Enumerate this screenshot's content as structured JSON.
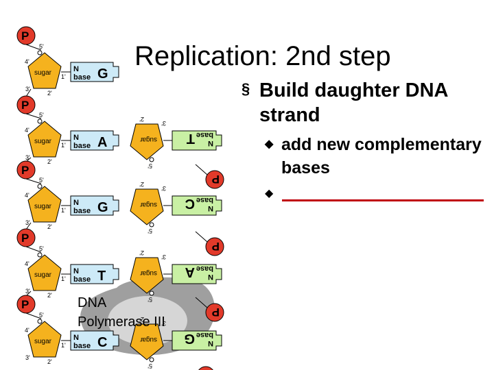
{
  "slide": {
    "title": "Replication: 2nd step",
    "bullet_main": "Build daughter DNA strand",
    "sub_bullets": [
      {
        "text": "add new complementary bases"
      },
      {
        "text": ""
      }
    ],
    "bullet_mark": "§",
    "sub_mark": "u",
    "blank_color": "#c0000a"
  },
  "diagram": {
    "phosphate_label": "P",
    "sugar_label": "sugar",
    "base_label_line1": "N",
    "base_label_line2": "base",
    "prime_5": "5'",
    "prime_3": "3'",
    "prime_4": "4'",
    "prime_2": "2'",
    "prime_1": "1'",
    "left_bases": [
      "G",
      "A",
      "G",
      "T",
      "C"
    ],
    "right_bases": [
      "T",
      "C",
      "A",
      "G"
    ],
    "polymerase_line1": "DNA",
    "polymerase_line2": "Polymerase III",
    "colors": {
      "phosphate": "#e23a2a",
      "sugar": "#f5b21e",
      "left_base": "#cdeaf7",
      "right_base": "#c9f0a4",
      "polymerase": "#8e8e8e"
    }
  }
}
